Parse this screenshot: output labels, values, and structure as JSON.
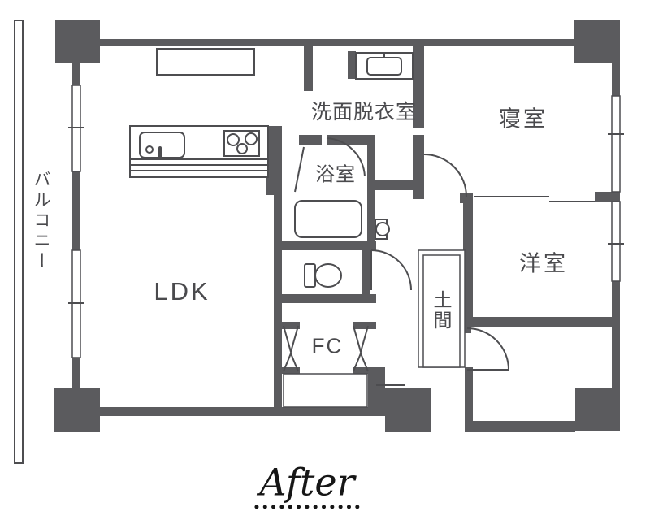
{
  "floor_plan": {
    "labels": {
      "balcony": "バルコニー",
      "ldk": "LDK",
      "washroom": "洗面脱衣室",
      "bathroom": "浴室",
      "bedroom": "寝室",
      "western_room": "洋室",
      "doma": "土間",
      "family_closet": "FC"
    },
    "caption": "After",
    "colors": {
      "wall": "#5b5b5e",
      "line": "#4d4d50",
      "background": "#ffffff",
      "text": "#4a4a4d"
    }
  }
}
